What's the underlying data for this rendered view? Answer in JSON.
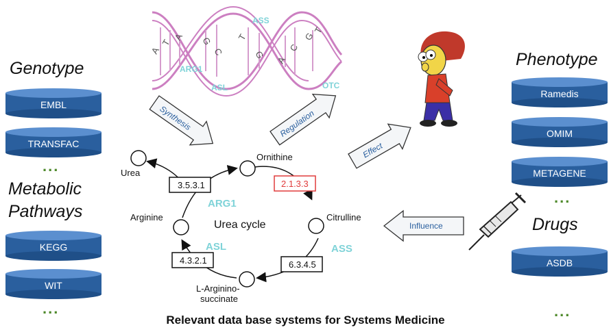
{
  "genotype": {
    "title": "Genotype",
    "databases": [
      "EMBL",
      "TRANSFAC"
    ],
    "more": "..."
  },
  "metabolic": {
    "title_line1": "Metabolic",
    "title_line2": "Pathways",
    "databases": [
      "KEGG",
      "WIT"
    ],
    "more": "..."
  },
  "phenotype": {
    "title": "Phenotype",
    "databases": [
      "Ramedis",
      "OMIM",
      "METAGENE"
    ],
    "more": "..."
  },
  "drugs": {
    "title": "Drugs",
    "databases": [
      "ASDB"
    ],
    "more": "..."
  },
  "dna": {
    "labels": [
      "ASS",
      "ARG1",
      "ASL",
      "OTC"
    ]
  },
  "arrows": {
    "synthesis": "Synthesis",
    "regulation": "Regulation",
    "effect": "Effect",
    "influence": "Influence"
  },
  "cycle": {
    "center": "Urea cycle",
    "metabolites": [
      "Urea",
      "Ornithine",
      "Citrulline",
      "Arginine"
    ],
    "argino_line1": "L-Arginino-",
    "argino_line2": "succinate",
    "enzymes": [
      "3.5.3.1",
      "2.1.3.3",
      "6.3.4.5",
      "4.3.2.1"
    ],
    "genes": [
      "ARG1",
      "ASS",
      "ASL"
    ]
  },
  "caption": "Relevant data base systems for Systems  Medicine",
  "colors": {
    "db_blue": "#2a5f9e",
    "gene_teal": "#7fd3d8",
    "dna_pink": "#cc7fc1",
    "highlight_red": "#e03b3b",
    "dots_green": "#4f8a2c"
  }
}
